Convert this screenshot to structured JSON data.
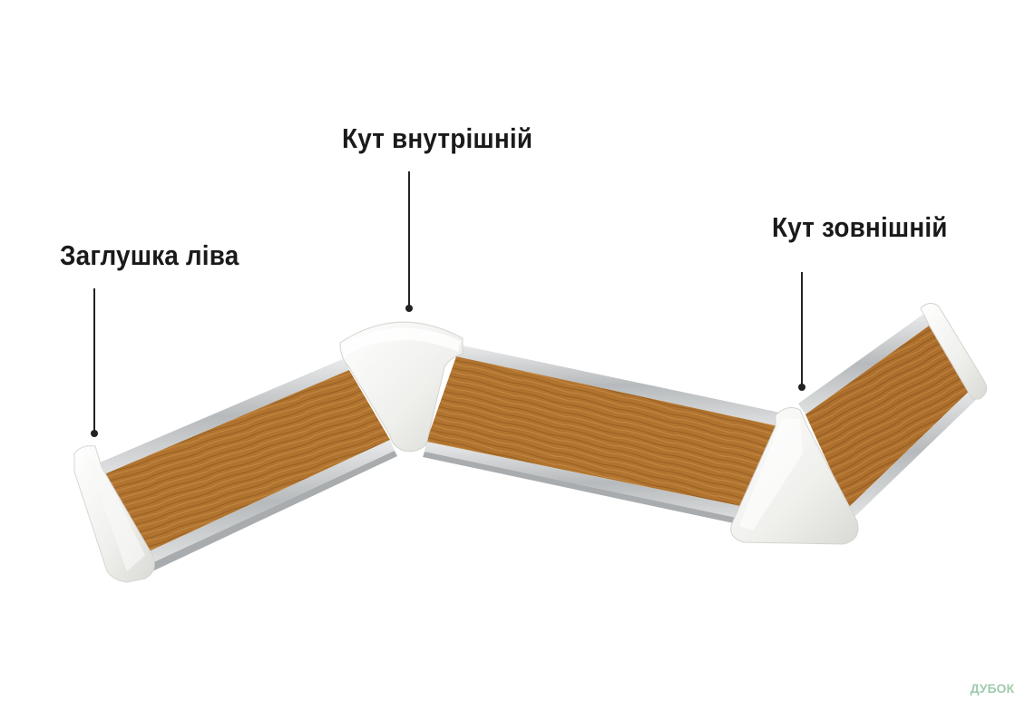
{
  "labels": {
    "inner_corner": "Кут внутрішній",
    "end_cap": "Заглушка ліва",
    "outer_corner": "Кут зовнішній"
  },
  "watermark": "ДУБОК",
  "colors": {
    "background": "#ffffff",
    "wood": "#a86a2b",
    "wood_light": "#c68b46",
    "plastic": "#f2f2ef",
    "aluminium": "#c9cbcc",
    "text": "#1a1a1a",
    "leader_line": "#222222"
  }
}
